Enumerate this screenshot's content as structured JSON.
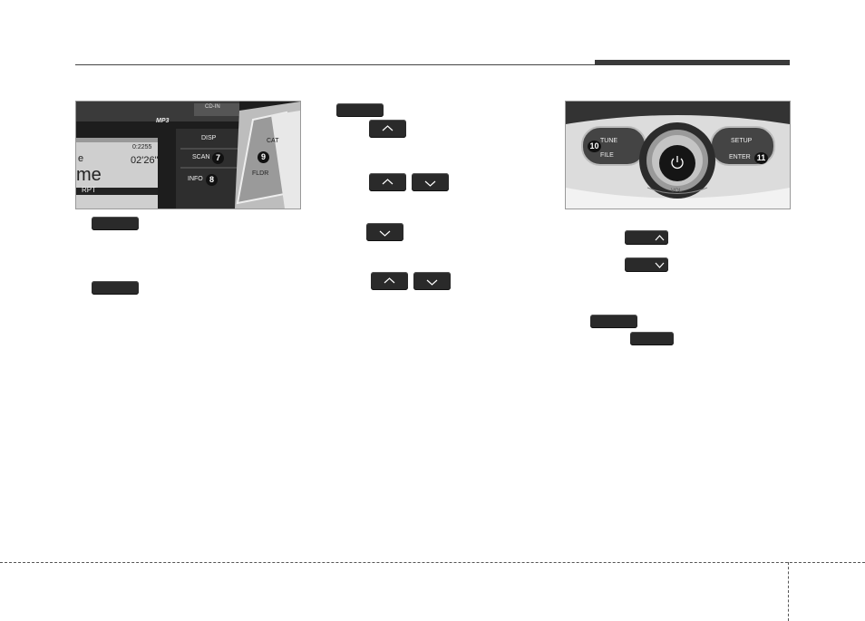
{
  "left_photo": {
    "cd_in": "CD-IN",
    "mp3": "MP3",
    "disp": "DISP",
    "scan": "SCAN",
    "info": "INFO",
    "cat": "CAT",
    "fldr": "FLDR",
    "time": "02'26\"",
    "track_fragment": "me",
    "track_fragment2": "e",
    "rpt": "RPT",
    "track_no": "0:2255",
    "markers": [
      "7",
      "8",
      "9"
    ]
  },
  "right_photo": {
    "tune": "TUNE",
    "file": "FILE",
    "setup": "SETUP",
    "enter": "ENTER",
    "vol": "VOL",
    "markers": [
      "10",
      "11"
    ]
  },
  "colors": {
    "button": "#2a2a2a",
    "rule": "#3a3a3a"
  }
}
